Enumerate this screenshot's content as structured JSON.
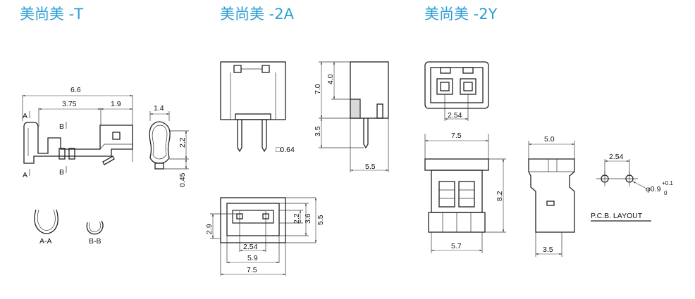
{
  "headers": {
    "t": "美尚美 -T",
    "a": "美尚美 -2A",
    "y": "美尚美 -2Y"
  },
  "t_view": {
    "dim_66": "6.6",
    "dim_375": "3.75",
    "dim_19": "1.9",
    "dim_14": "1.4",
    "dim_22": "2.2",
    "dim_045": "0.45",
    "sec_a": "A",
    "sec_b": "B",
    "label_aa": "A-A",
    "label_bb": "B-B"
  },
  "a_view": {
    "dim_70": "7.0",
    "dim_40": "4.0",
    "dim_35": "3.5",
    "dim_55": "5.5",
    "pin": "□0.64",
    "dim_29": "2.9",
    "dim_22": "2.2",
    "dim_36": "3.6",
    "dim_55b": "5.5",
    "dim_254": "2.54",
    "dim_59": "5.9",
    "dim_75": "7.5"
  },
  "y_view": {
    "dim_254": "2.54",
    "dim_75": "7.5",
    "dim_82": "8.2",
    "dim_57": "5.7",
    "dim_50": "5.0",
    "dim_35": "3.5"
  },
  "pcb": {
    "pitch": "2.54",
    "hole_main": "φ0.9",
    "tol_plus": "+0.1",
    "tol_zero": "0",
    "caption": "P.C.B. LAYOUT"
  }
}
